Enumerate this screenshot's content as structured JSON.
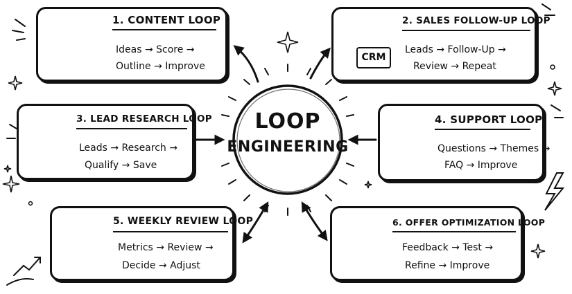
{
  "center": {
    "line1": "LOOP",
    "line2": "ENGINEERING"
  },
  "loops": [
    {
      "title": "1. CONTENT LOOP",
      "line1": "Ideas → Score →",
      "line2": "Outline → Improve",
      "icon": "document-lightbulb-icon"
    },
    {
      "title": "2. SALES FOLLOW-UP LOOP",
      "line1": "Leads → Follow-Up →",
      "line2": "Review → Repeat",
      "icon": "chat-crm-icon",
      "badge": "CRM"
    },
    {
      "title": "3. LEAD RESEARCH LOOP",
      "line1": "Leads → Research →",
      "line2": "Qualify → Save",
      "icon": "magnifier-user-icon"
    },
    {
      "title": "4. SUPPORT LOOP",
      "line1": "Questions → Themes →",
      "line2": "FAQ → Improve",
      "icon": "headset-icon"
    },
    {
      "title": "5. WEEKLY REVIEW LOOP",
      "line1": "Metrics → Review →",
      "line2": "Decide → Adjust",
      "icon": "calendar-checklist-icon"
    },
    {
      "title": "6. OFFER OPTIMIZATION LOOP",
      "line1": "Feedback → Test →",
      "line2": "Refine → Improve",
      "icon": "target-growth-icon"
    }
  ],
  "colors": {
    "ink": "#111111",
    "background": "#ffffff"
  }
}
